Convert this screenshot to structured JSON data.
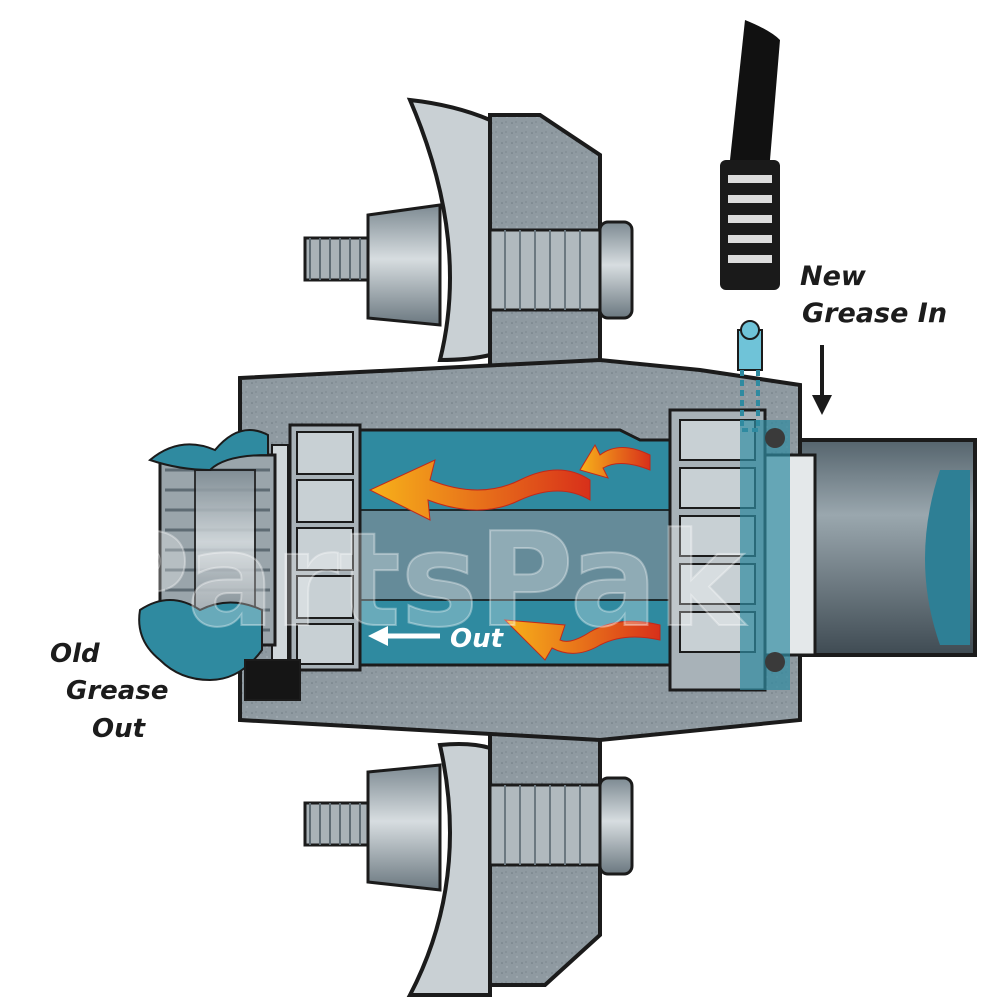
{
  "diagram": {
    "labels": {
      "new_grease_line1": "New",
      "new_grease_line2": "Grease In",
      "old_grease_line1": "Old",
      "old_grease_line2": "Grease",
      "old_grease_line3": "Out",
      "out_label": "Out"
    },
    "watermark": "PartsPak",
    "colors": {
      "hub_gray": "#8f9aa1",
      "hub_dark": "#5e6b73",
      "steel": "#b9c2c7",
      "grease_blue": "#2f8aa0",
      "grease_blue_light": "#6fc3d8",
      "flow_red": "#e8401c",
      "flow_orange": "#f7a21a",
      "outline": "#1b1b1b"
    },
    "icons": [
      "grease-gun-nozzle-icon",
      "grease-fitting-icon",
      "down-arrow-icon",
      "flow-arrow-icon",
      "white-out-arrow-icon"
    ]
  }
}
